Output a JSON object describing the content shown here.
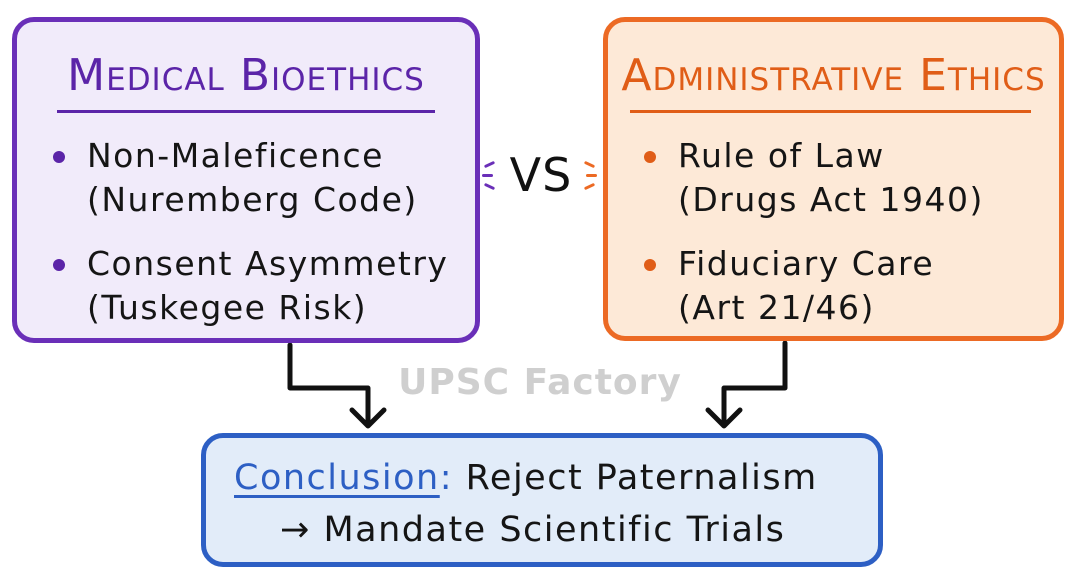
{
  "left_panel": {
    "title": "Medical Bioethics",
    "items": [
      {
        "main": "Non-Maleficence",
        "sub": "(Nuremberg Code)"
      },
      {
        "main": "Consent Asymmetry",
        "sub": "(Tuskegee Risk)"
      }
    ]
  },
  "right_panel": {
    "title": "Administrative Ethics",
    "items": [
      {
        "main": "Rule of Law",
        "sub": "(Drugs Act 1940)"
      },
      {
        "main": "Fiduciary Care",
        "sub": "(Art 21/46)"
      }
    ]
  },
  "vs_label": "VS",
  "watermark": "UPSC Factory",
  "conclusion": {
    "label": "Conclusion",
    "colon": ":",
    "line1_rest": " Reject Paternalism",
    "arrow": "→",
    "line2_rest": " Mandate Scientific Trials"
  },
  "colors": {
    "left_accent": "#6a2fb8",
    "left_fill": "#f1ebfa",
    "right_accent": "#ec6a24",
    "right_fill": "#fde9d7",
    "conclusion_accent": "#2d5fc4",
    "conclusion_fill": "#e2ecf9"
  }
}
